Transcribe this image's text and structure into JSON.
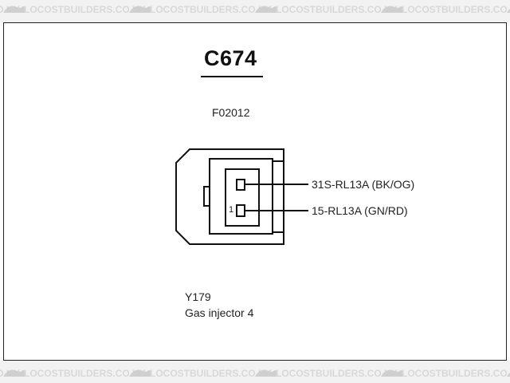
{
  "watermark": {
    "text": "LOCOSTBUILDERS.CO.UK"
  },
  "connector": {
    "id": "C674",
    "part_number": "F02012"
  },
  "pins": [
    {
      "number": "",
      "circuit": "31S-RL13A (BK/OG)"
    },
    {
      "number": "1",
      "circuit": "15-RL13A (GN/RD)"
    }
  ],
  "component": {
    "id": "Y179",
    "description": "Gas injector 4"
  },
  "colors": {
    "line": "#111111",
    "watermark_text": "#d8d8d8",
    "watermark_band": "#f2f2f2"
  }
}
